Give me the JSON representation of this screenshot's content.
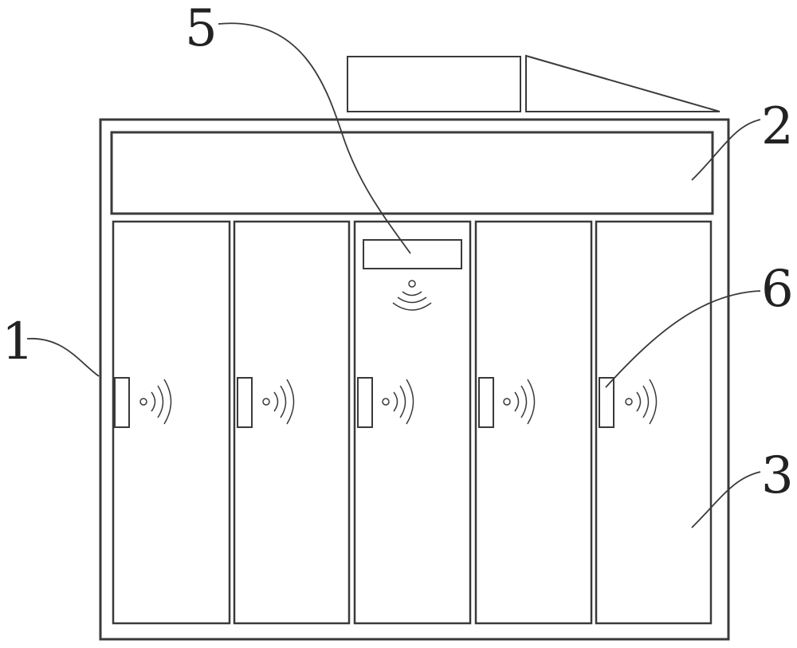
{
  "diagram": {
    "labels": [
      {
        "id": "label-1",
        "text": "1"
      },
      {
        "id": "label-2",
        "text": "2"
      },
      {
        "id": "label-3",
        "text": "3"
      },
      {
        "id": "label-5",
        "text": "5"
      },
      {
        "id": "label-6",
        "text": "6"
      }
    ],
    "compartment_count": 5,
    "line_color": "#3a3a3a",
    "background": "#ffffff"
  }
}
